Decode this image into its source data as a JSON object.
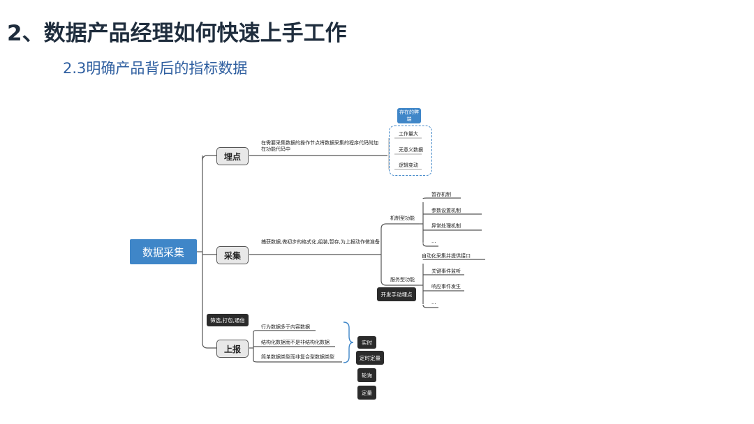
{
  "slide": {
    "title": "2、数据产品经理如何快速上手工作",
    "subtitle": "2.3明确产品背后的指标数据"
  },
  "mindmap": {
    "root": "数据采集",
    "maidian": {
      "label": "埋点",
      "desc": "在需要采集数据的操作节点将数据采集的程序代码附加在功能代码中",
      "drawback_tag": "存在的弊端",
      "drawbacks": [
        "工作量大",
        "无意义数据",
        "逻辑变动"
      ]
    },
    "caiji": {
      "label": "采集",
      "desc": "捕获数据,做初步的格式化,组装,暂存,为上报动作做准备",
      "mechanism": {
        "label": "机制型功能",
        "items": [
          "暂存机制",
          "参数设置机制",
          "异常处理机制",
          "..."
        ]
      },
      "service": {
        "label": "服务型功能",
        "items": [
          "自动化采集并提供接口",
          "关键事件监听",
          "响应事件发生",
          "..."
        ]
      },
      "tag": "开发手动埋点"
    },
    "shangbao": {
      "label": "上报",
      "tag": "筛选,打包,通信",
      "items": [
        "行为数据多于内容数据",
        "结构化数据而不是非结构化数据",
        "简单数据类型而非复合型数据类型"
      ],
      "modes": [
        "实时",
        "定时定量",
        "轮询",
        "定量"
      ]
    }
  }
}
